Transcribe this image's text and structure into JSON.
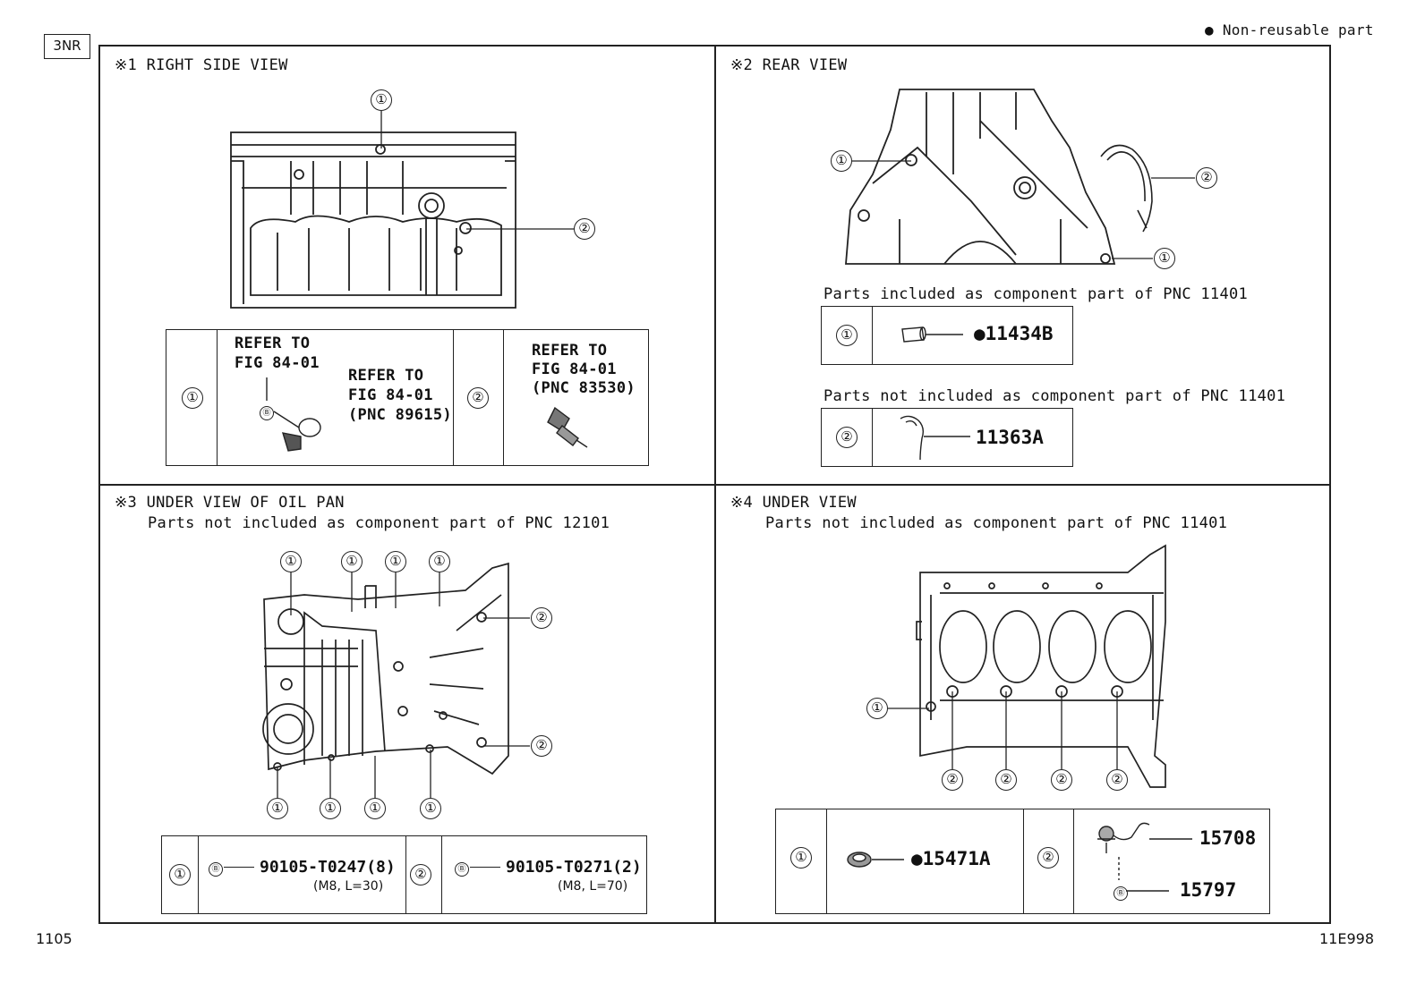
{
  "header": {
    "engine_tag": "3NR",
    "legend": "● Non-reusable part"
  },
  "footer": {
    "page_number": "1105",
    "figure_code": "11E998"
  },
  "panels": {
    "p1": {
      "title": "※1 RIGHT SIDE VIEW",
      "callouts": [
        "①",
        "②"
      ],
      "table": {
        "c1_no": "①",
        "c1_refer": "REFER TO",
        "c1_fig": "FIG 84-01",
        "c1_refer2": "REFER TO",
        "c1_fig2": "FIG 84-01",
        "c1_pnc": "(PNC 89615)",
        "c1_b": "Ⓑ",
        "c2_no": "②",
        "c2_refer": "REFER TO",
        "c2_fig": "FIG 84-01",
        "c2_pnc": "(PNC 83530)"
      }
    },
    "p2": {
      "title": "※2 REAR VIEW",
      "callouts": [
        "①",
        "②",
        "①"
      ],
      "note1": "Parts included as component part of PNC 11401",
      "row1_no": "①",
      "row1_part": "●11434B",
      "note2": "Parts not included as component part of PNC 11401",
      "row2_no": "②",
      "row2_part": "11363A"
    },
    "p3": {
      "title": "※3 UNDER VIEW OF OIL PAN",
      "note": "Parts not included as component part of PNC 12101",
      "callouts_top": [
        "①",
        "①",
        "①",
        "①"
      ],
      "callouts_right": [
        "②",
        "②"
      ],
      "callouts_bottom": [
        "①",
        "①",
        "①",
        "①"
      ],
      "table": {
        "c1_no": "①",
        "c1_b": "Ⓑ",
        "c1_part": "90105-T0247(8)",
        "c1_spec": "(M8, L=30)",
        "c2_no": "②",
        "c2_b": "Ⓑ",
        "c2_part": "90105-T0271(2)",
        "c2_spec": "(M8, L=70)"
      }
    },
    "p4": {
      "title": "※4 UNDER VIEW",
      "note": "Parts not included as component part of PNC 11401",
      "callout_left": "①",
      "callouts_bottom": [
        "②",
        "②",
        "②",
        "②"
      ],
      "table": {
        "c1_no": "①",
        "c1_part": "●15471A",
        "c2_no": "②",
        "c2_part_a": "15708",
        "c2_b": "Ⓑ",
        "c2_part_b": "15797"
      }
    }
  }
}
